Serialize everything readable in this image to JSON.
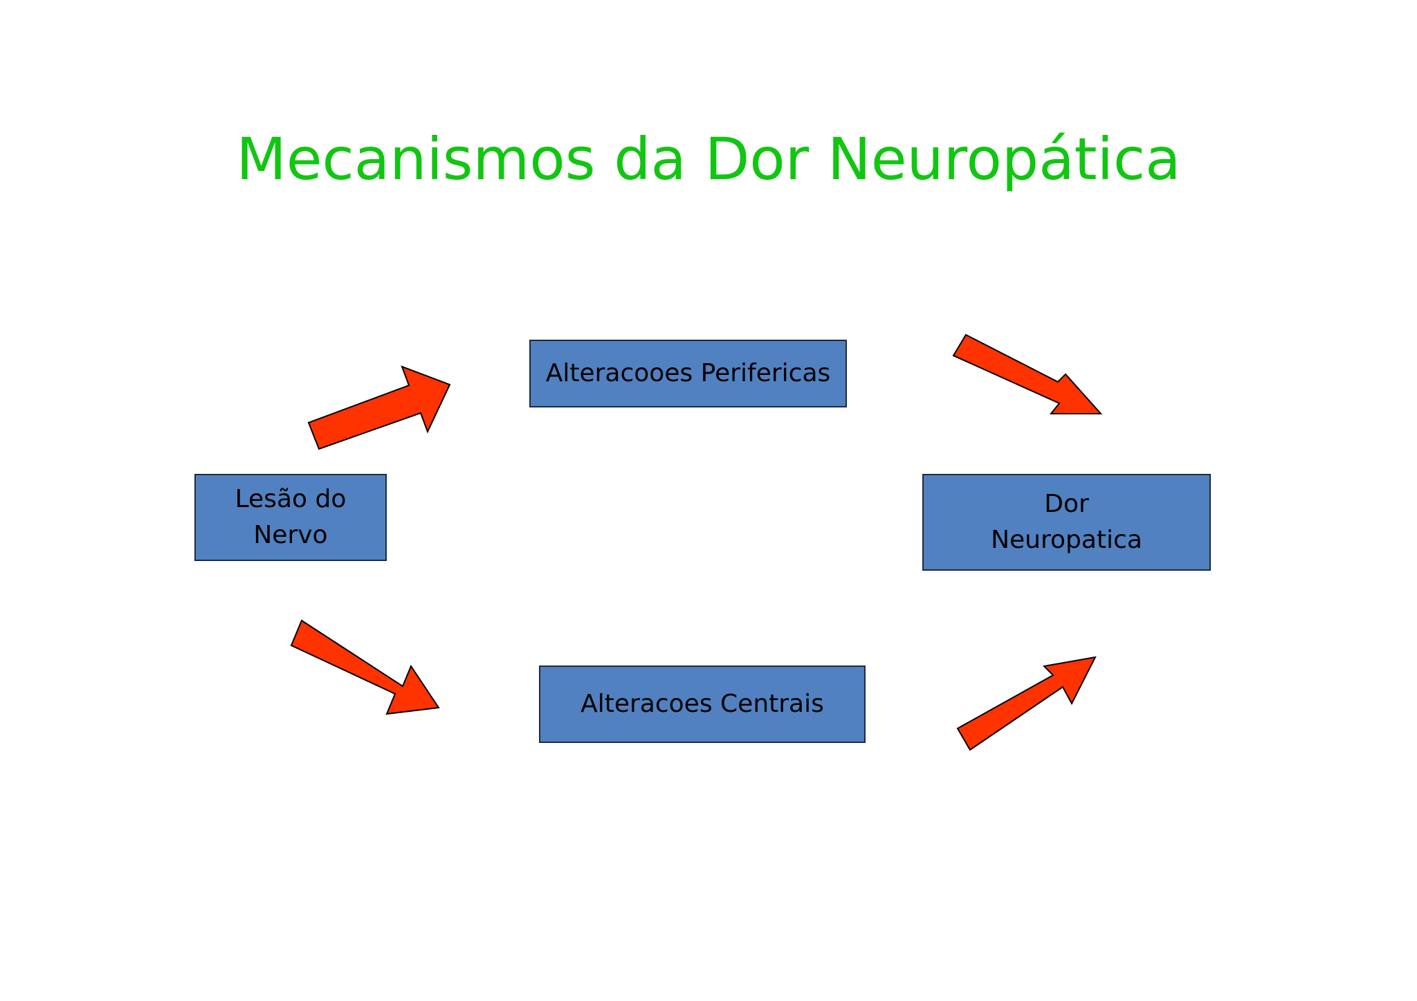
{
  "slide": {
    "title": "Mecanismos da Dor Neuropática",
    "title_color": "#11c611",
    "box_color": "#5181c0",
    "arrow_color": "#ff3300"
  },
  "nodes": {
    "lesao": {
      "line1": "Lesão do",
      "line2": "Nervo"
    },
    "perifericas": {
      "label": "Alteracooes Perifericas"
    },
    "centrais": {
      "label": "Alteracoes Centrais"
    },
    "dor": {
      "line1": "Dor",
      "line2": "Neuropatica"
    }
  },
  "edges": [
    {
      "from": "Lesão do Nervo",
      "to": "Alteracooes Perifericas"
    },
    {
      "from": "Lesão do Nervo",
      "to": "Alteracoes Centrais"
    },
    {
      "from": "Alteracooes Perifericas",
      "to": "Dor Neuropatica"
    },
    {
      "from": "Alteracoes Centrais",
      "to": "Dor Neuropatica"
    }
  ]
}
